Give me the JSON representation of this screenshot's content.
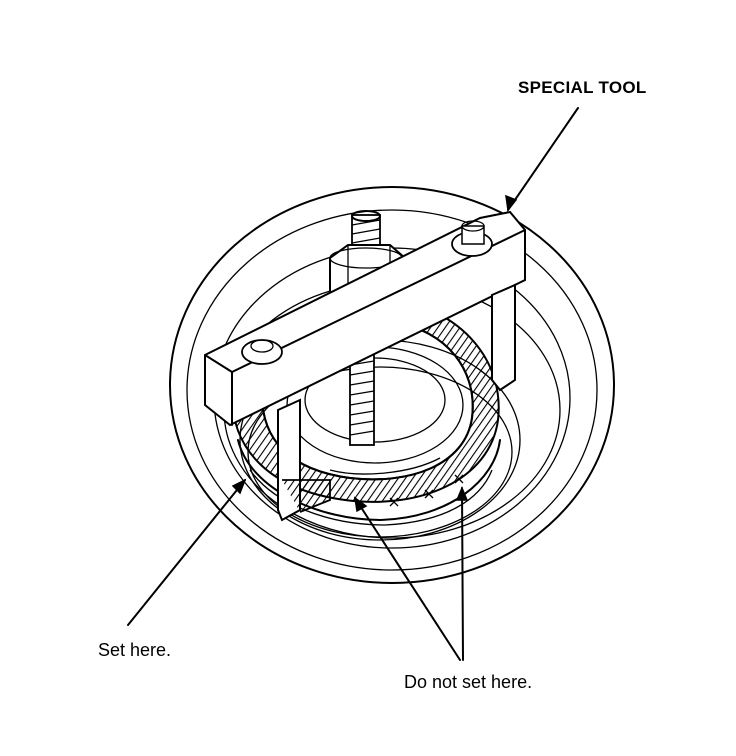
{
  "labels": {
    "special_tool": "SPECIAL TOOL",
    "set_here": "Set here.",
    "do_not_set_here": "Do not set here."
  }
}
